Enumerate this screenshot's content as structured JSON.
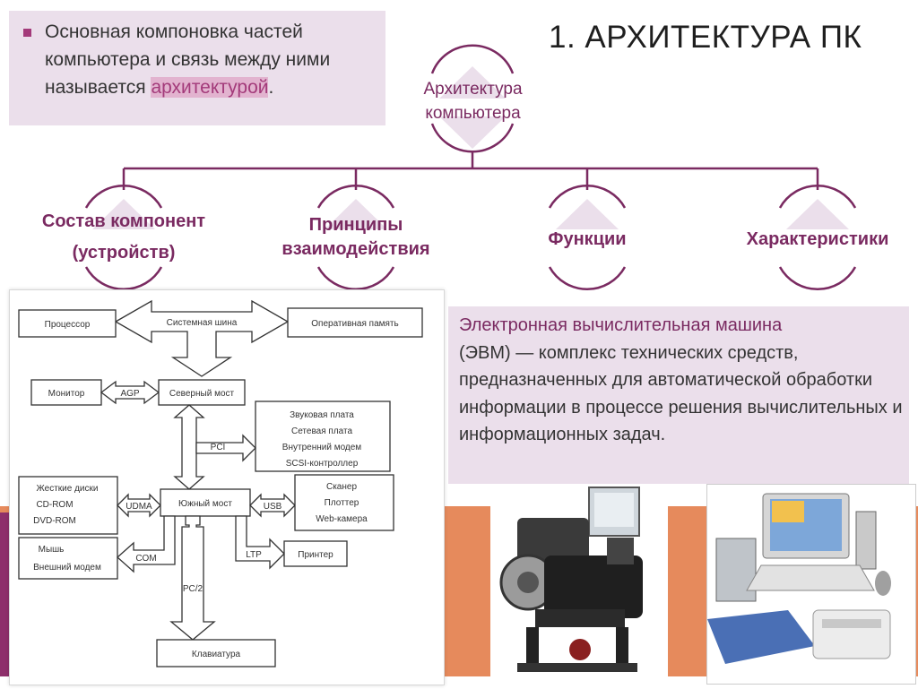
{
  "intro": {
    "line1": "Основная компоновка частей",
    "line2": "компьютера и связь между ними",
    "line3_pre": "называется ",
    "line3_highlight": "архитектурой",
    "line3_post": "."
  },
  "title": "1. АРХИТЕКТУРА ПК",
  "tree": {
    "root_line1": "Архитектура",
    "root_line2": "компьютера",
    "children": [
      {
        "line1": "Состав компонент",
        "line2": "(устройств)"
      },
      {
        "line1": "Принципы",
        "line2": "взаимодействия"
      },
      {
        "line1": "Функции"
      },
      {
        "line1": "Характеристики"
      }
    ]
  },
  "block_diagram": {
    "processor": "Процессор",
    "system_bus": "Системная шина",
    "ram": "Оперативная память",
    "monitor": "Монитор",
    "agp": "AGP",
    "north_bridge": "Северный мост",
    "pci_devices": [
      "Звуковая плата",
      "Сетевая плата",
      "Внутренний модем",
      "SCSI-контроллер"
    ],
    "pci": "PCI",
    "storage": [
      "Жесткие диски",
      "CD-ROM",
      "DVD-ROM"
    ],
    "udma": "UDMA",
    "south_bridge": "Южный мост",
    "usb": "USB",
    "usb_devices": [
      "Сканер",
      "Плоттер",
      "Web-камера"
    ],
    "com_devices": [
      "Мышь",
      "Внешний модем"
    ],
    "com": "COM",
    "ltp": "LTP",
    "printer": "Принтер",
    "ps2": "PC/2",
    "keyboard": "Клавиатура"
  },
  "evm": {
    "lead": "Электронная вычислительная машина",
    "body": "(ЭВМ) — комплекс технических средств, предназначенных для автоматической обработки информации в процессе решения вычислительных и информационных задач."
  },
  "colors": {
    "accent": "#a33a7a",
    "box_fill": "#ebdfeb",
    "band": "#e68a5c",
    "node_text": "#7a2a61"
  }
}
